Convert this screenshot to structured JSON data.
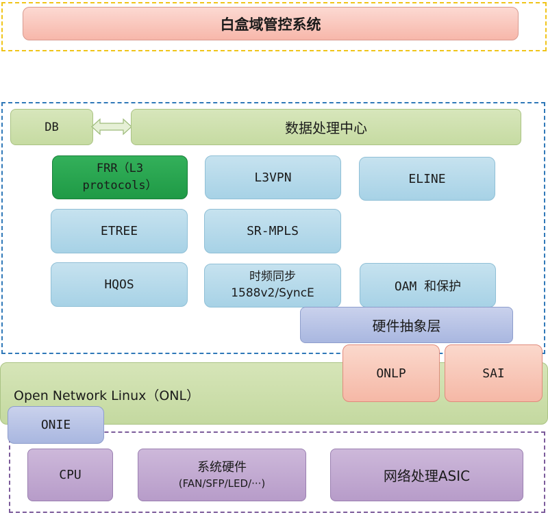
{
  "title": "白盒域管控系统",
  "data_layer": {
    "db": "DB",
    "center": "数据处理中心"
  },
  "modules": {
    "frr_line1": "FRR（L3",
    "frr_line2": "protocols）",
    "l3vpn": "L3VPN",
    "eline": "ELINE",
    "etree": "ETREE",
    "srmpls": "SR-MPLS",
    "hqos": "HQOS",
    "sync_line1": "时频同步",
    "sync_line2": "1588v2/SyncE",
    "oam": "OAM 和保护"
  },
  "hal": "硬件抽象层",
  "onl": {
    "label": "Open Network Linux（ONL）",
    "onlp": "ONLP",
    "sai": "SAI"
  },
  "onie": "ONIE",
  "hardware": {
    "cpu": "CPU",
    "sys_line1": "系统硬件",
    "sys_line2": "(FAN/SFP/LED/···)",
    "asic": "网络处理ASIC"
  },
  "colors": {
    "title_fill": "#f7b7aa",
    "top_frame": "#f0c419",
    "main_frame": "#2f78b8",
    "hw_frame": "#7b5a9a",
    "green": "#c6dba2",
    "frr_green": "#1f9a46",
    "blue": "#a7d2e6",
    "hal_blue": "#a9b7e0",
    "pink": "#f5b8a6",
    "purple": "#b79cc9"
  }
}
